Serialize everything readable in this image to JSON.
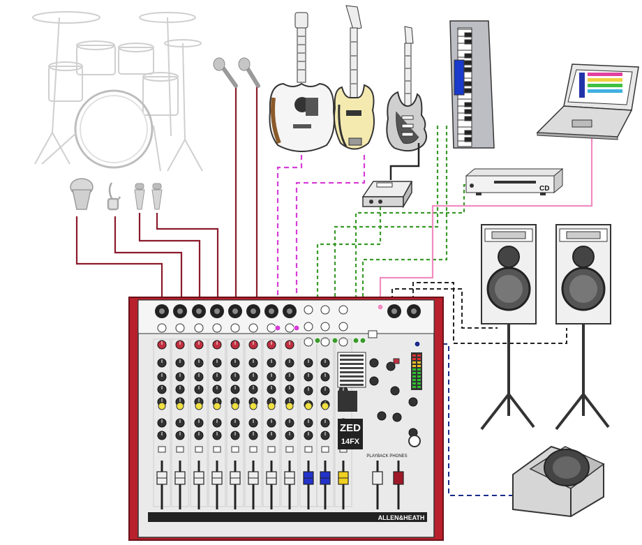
{
  "mixer": {
    "brand": "ALLEN&HEATH",
    "logo": "ZED",
    "model": "14FX",
    "playback_label": "PLAYBACK",
    "phones_label": "PHONES"
  },
  "cd_player": {
    "label": "CD"
  },
  "colors": {
    "mic_cable": "#8b1a2b",
    "instrument_cable": "#d63cd6",
    "stereo_cable": "#3a9a2a",
    "usb_cable": "#f08cc0",
    "speaker_cable": "#222222",
    "monitor_cable": "#1a2a8a",
    "mixer_frame": "#b8202c",
    "mixer_panel": "#e8e8e8"
  },
  "icons": [
    "drum-kit-icon",
    "dynamic-mic-icon",
    "clip-mic-icon",
    "condenser-mic-icon",
    "vocal-mic-icon",
    "acoustic-guitar-icon",
    "bass-guitar-icon",
    "electric-guitar-icon",
    "di-box-icon",
    "keyboard-icon",
    "cd-player-icon",
    "laptop-icon",
    "speaker-icon",
    "speaker-stand-icon",
    "floor-monitor-icon",
    "mixer-icon"
  ]
}
